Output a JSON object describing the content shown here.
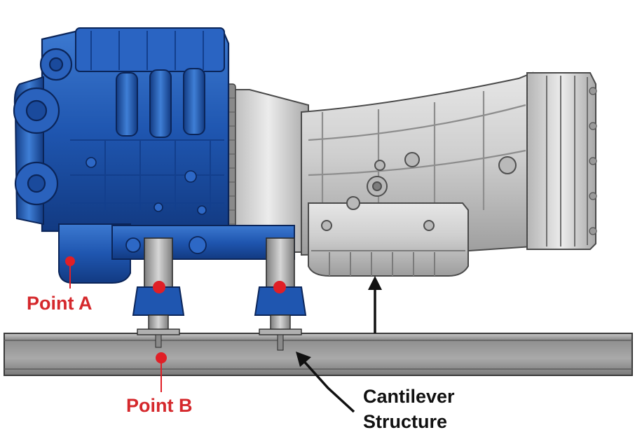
{
  "labels": {
    "point_a": "Point A",
    "point_b": "Point B",
    "cantilever_line1": "Cantilever",
    "cantilever_line2": "Structure"
  },
  "colors": {
    "engine_blue": "#1f56b0",
    "engine_dark": "#0d2f6e",
    "engine_light": "#4d86d6",
    "transmission_silver": "#c9c9c9",
    "transmission_dark": "#8a8a8a",
    "beam_gray": "#9a9a9a",
    "marker_red": "#e01f26",
    "label_red": "#d5282c",
    "label_black": "#111111",
    "arrow_black": "#111111"
  },
  "icons": {
    "engine": "engine-block-illustration",
    "transmission": "transmission-housing-illustration",
    "beam": "steel-i-beam",
    "marker": "red-dot-marker"
  }
}
